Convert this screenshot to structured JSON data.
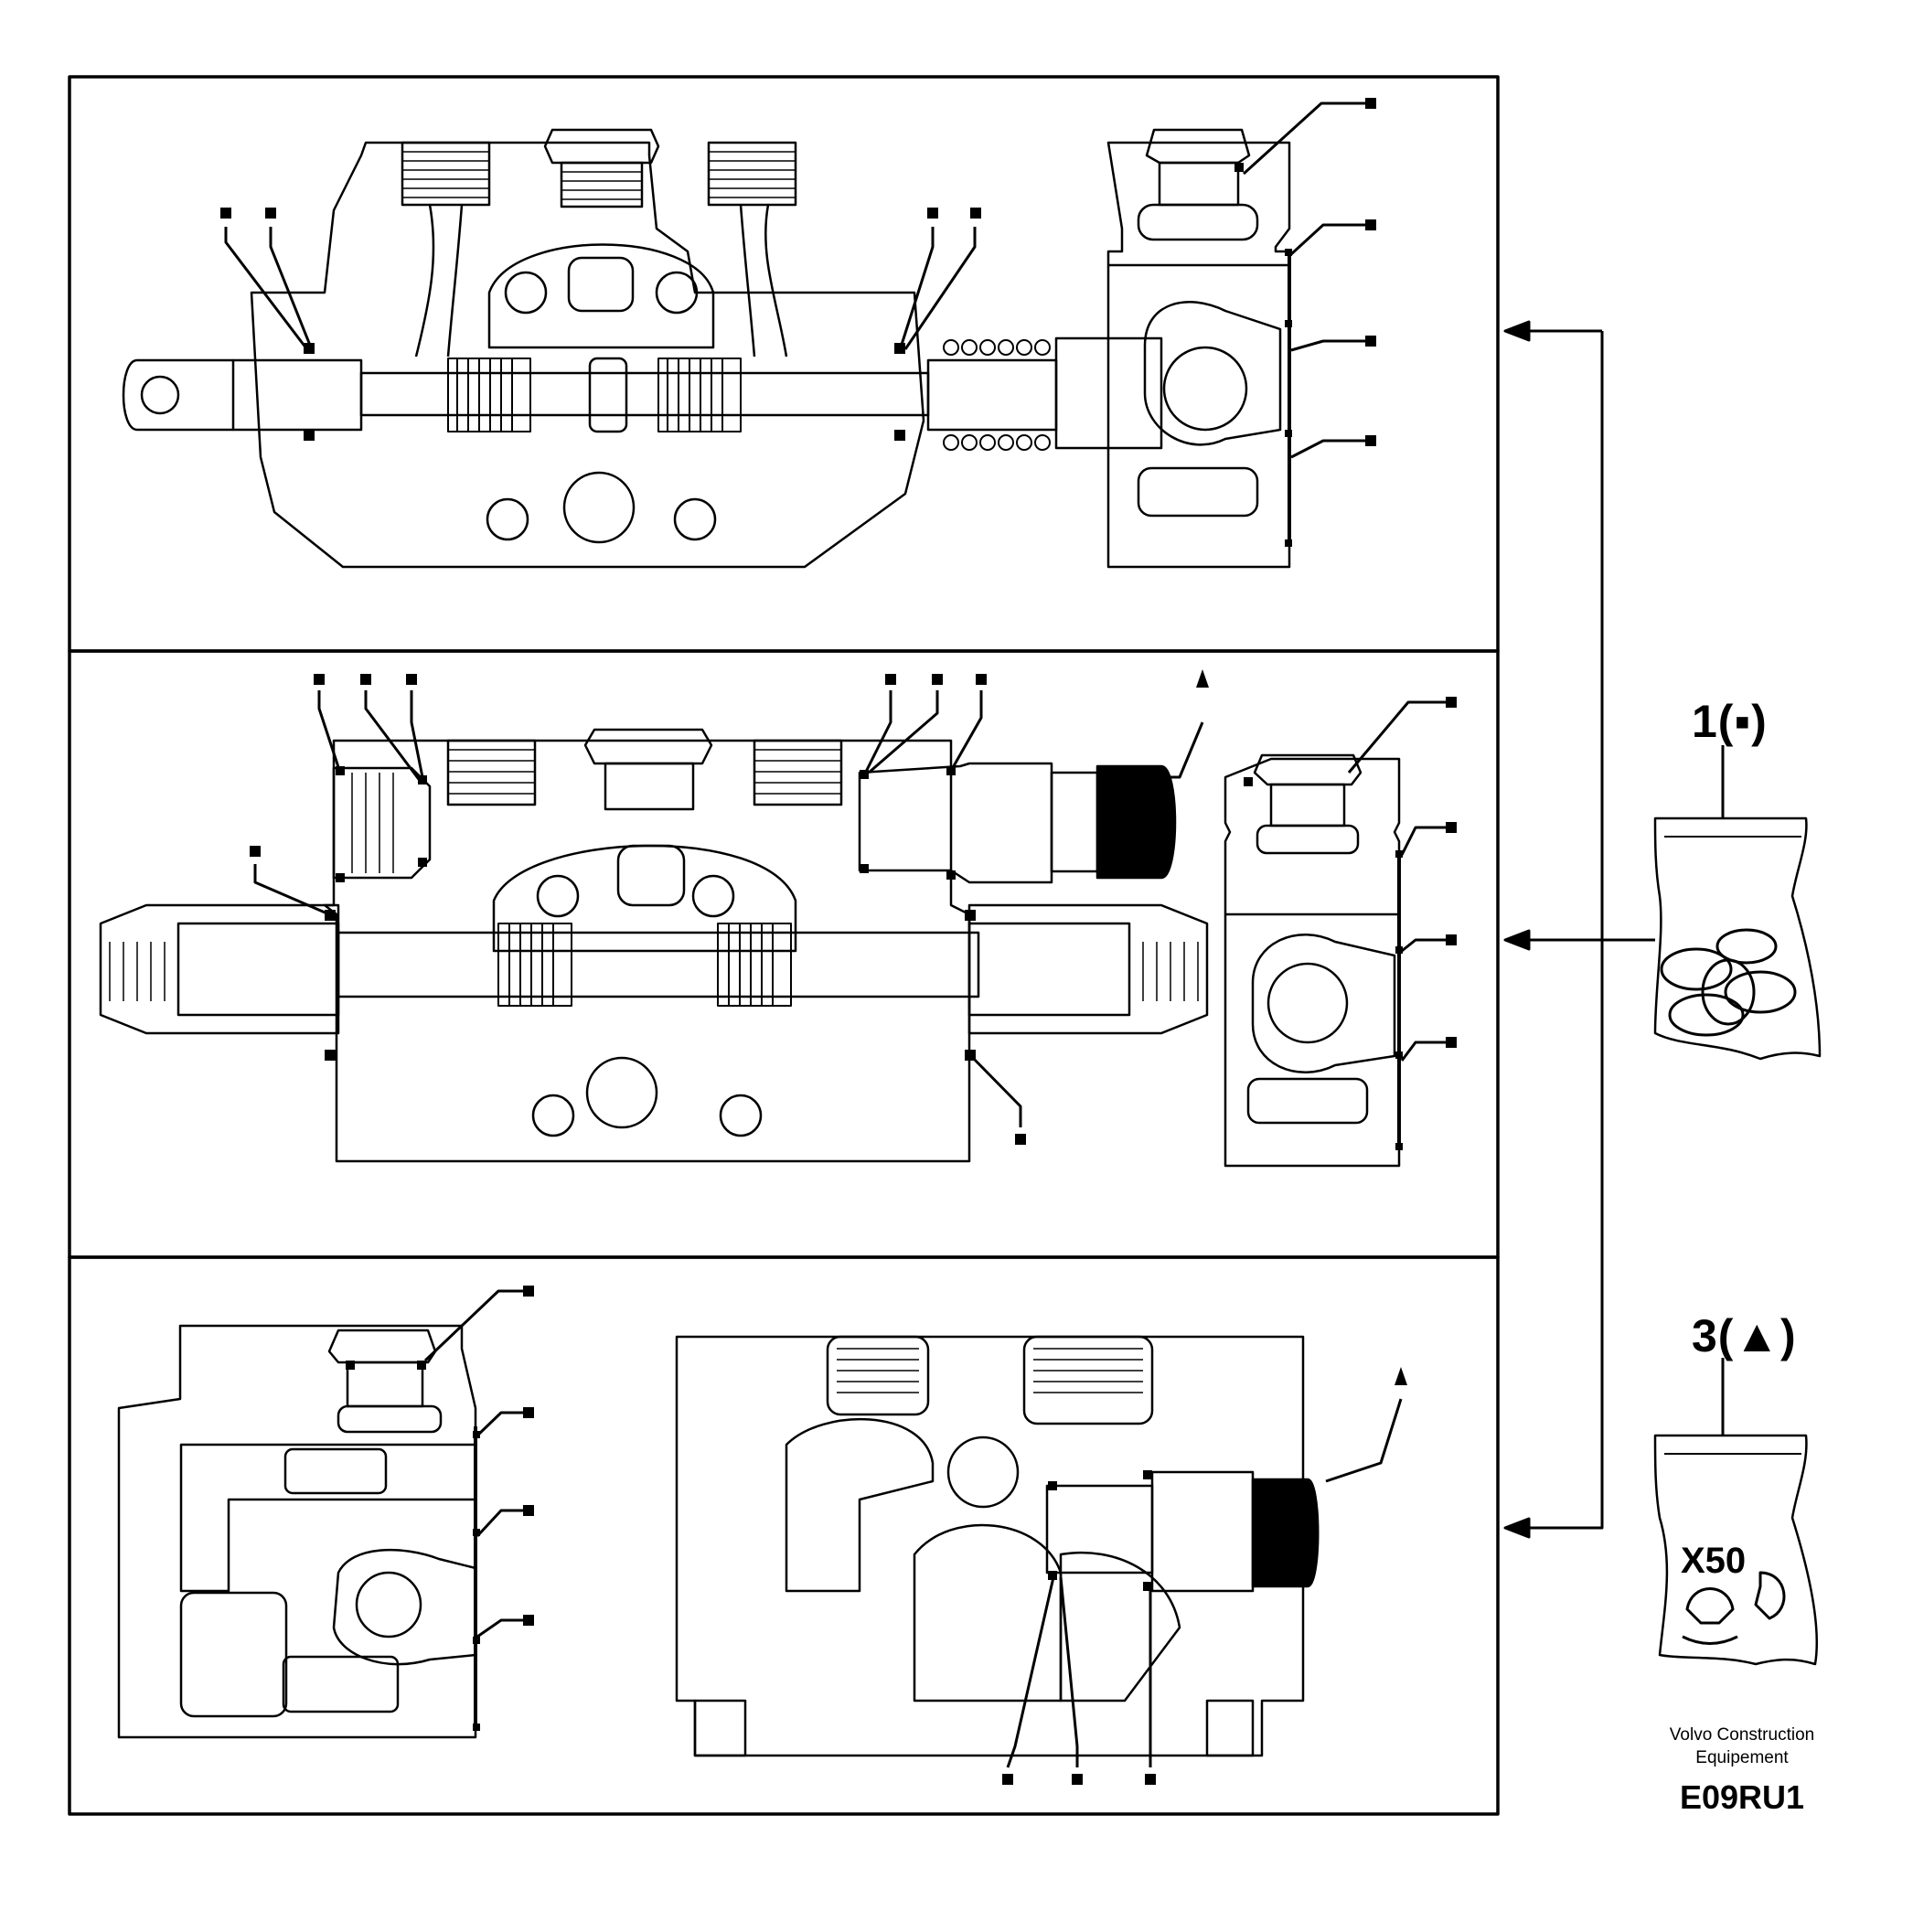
{
  "kits": [
    {
      "number": "1",
      "marker": "▪",
      "label": "1(▪)"
    },
    {
      "number": "3",
      "marker": "▲",
      "label": "3(▲)"
    }
  ],
  "bag3_quantity": "X50",
  "credit": {
    "line1": "Volvo Construction",
    "line2": "Equipement"
  },
  "figure_code": "E09RU1"
}
